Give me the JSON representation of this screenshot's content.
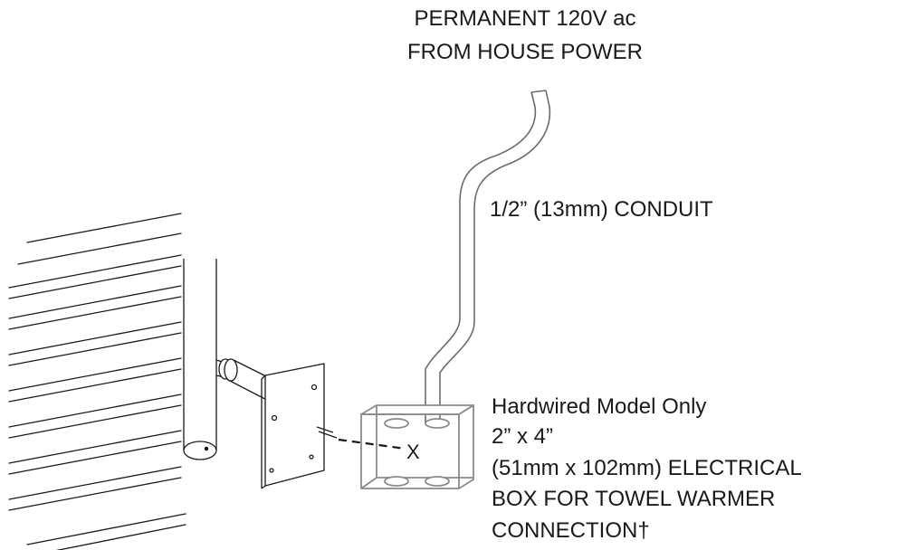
{
  "labels": {
    "power_source": {
      "line1": "PERMANENT 120V ac",
      "line2": "FROM HOUSE POWER"
    },
    "conduit": "1/2” (13mm) CONDUIT",
    "box": {
      "line1": "Hardwired Model Only",
      "line2": "2” x 4”",
      "line3": "(51mm x 102mm) ELECTRICAL",
      "line4": "BOX FOR TOWEL WARMER",
      "line5": "CONNECTION†"
    },
    "connection_mark": "X"
  },
  "colors": {
    "line": "#1a1a1a",
    "conduit_line": "#6b6b6b",
    "box_line": "#8a8a8a",
    "text": "#1a1a1a"
  }
}
